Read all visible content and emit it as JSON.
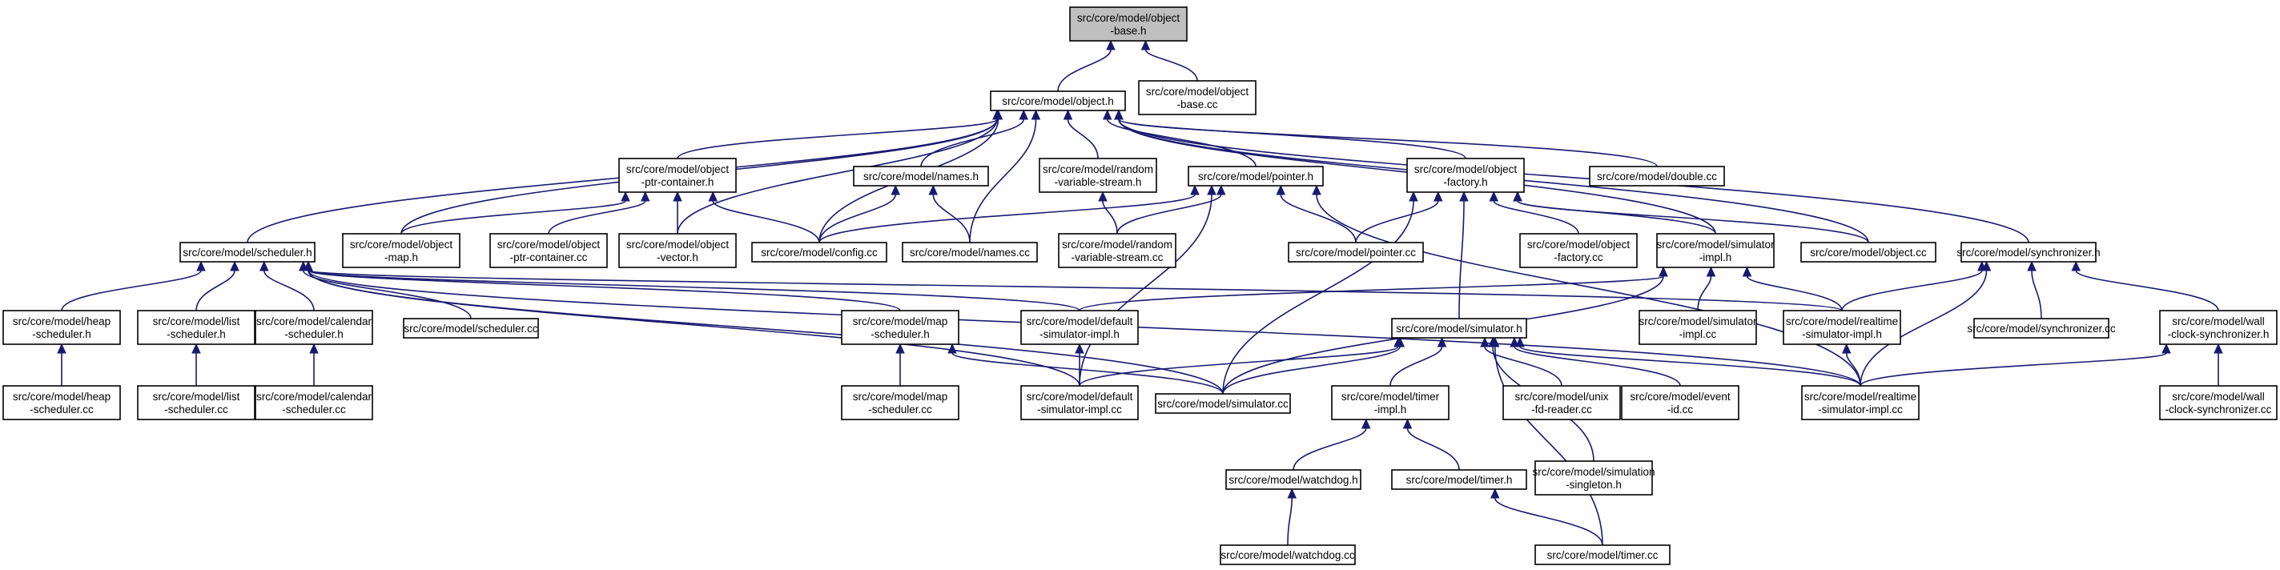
{
  "graph": {
    "edge_color": "#191970",
    "node_fill": "#ffffff",
    "root_fill": "#bfbfbf",
    "nodes": [
      {
        "id": "base_h",
        "lines": [
          "src/core/model/object",
          "-base.h"
        ],
        "root": true
      },
      {
        "id": "base_cc",
        "lines": [
          "src/core/model/object",
          "-base.cc"
        ]
      },
      {
        "id": "object_h",
        "lines": [
          "src/core/model/object.h"
        ]
      },
      {
        "id": "ptrc_h",
        "lines": [
          "src/core/model/object",
          "-ptr-container.h"
        ]
      },
      {
        "id": "names_h",
        "lines": [
          "src/core/model/names.h"
        ]
      },
      {
        "id": "rvs_h",
        "lines": [
          "src/core/model/random",
          "-variable-stream.h"
        ]
      },
      {
        "id": "pointer_h",
        "lines": [
          "src/core/model/pointer.h"
        ]
      },
      {
        "id": "factory_h",
        "lines": [
          "src/core/model/object",
          "-factory.h"
        ]
      },
      {
        "id": "double_cc",
        "lines": [
          "src/core/model/double.cc"
        ]
      },
      {
        "id": "scheduler_h",
        "lines": [
          "src/core/model/scheduler.h"
        ]
      },
      {
        "id": "map_h",
        "lines": [
          "src/core/model/object",
          "-map.h"
        ]
      },
      {
        "id": "ptrc_cc",
        "lines": [
          "src/core/model/object",
          "-ptr-container.cc"
        ]
      },
      {
        "id": "vector_h",
        "lines": [
          "src/core/model/object",
          "-vector.h"
        ]
      },
      {
        "id": "config_cc",
        "lines": [
          "src/core/model/config.cc"
        ]
      },
      {
        "id": "names_cc",
        "lines": [
          "src/core/model/names.cc"
        ]
      },
      {
        "id": "rvs_cc",
        "lines": [
          "src/core/model/random",
          "-variable-stream.cc"
        ]
      },
      {
        "id": "pointer_cc",
        "lines": [
          "src/core/model/pointer.cc"
        ]
      },
      {
        "id": "factory_cc",
        "lines": [
          "src/core/model/object",
          "-factory.cc"
        ]
      },
      {
        "id": "simimpl_h",
        "lines": [
          "src/core/model/simulator",
          "-impl.h"
        ]
      },
      {
        "id": "object_cc",
        "lines": [
          "src/core/model/object.cc"
        ]
      },
      {
        "id": "sync_h",
        "lines": [
          "src/core/model/synchronizer.h"
        ]
      },
      {
        "id": "heap_h",
        "lines": [
          "src/core/model/heap",
          "-scheduler.h"
        ]
      },
      {
        "id": "list_h",
        "lines": [
          "src/core/model/list",
          "-scheduler.h"
        ]
      },
      {
        "id": "cal_h",
        "lines": [
          "src/core/model/calendar",
          "-scheduler.h"
        ]
      },
      {
        "id": "sched_cc",
        "lines": [
          "src/core/model/scheduler.cc"
        ]
      },
      {
        "id": "mapsched_h",
        "lines": [
          "src/core/model/map",
          "-scheduler.h"
        ]
      },
      {
        "id": "defsim_h",
        "lines": [
          "src/core/model/default",
          "-simulator-impl.h"
        ]
      },
      {
        "id": "simulator_h",
        "lines": [
          "src/core/model/simulator.h"
        ]
      },
      {
        "id": "simimpl_cc",
        "lines": [
          "src/core/model/simulator",
          "-impl.cc"
        ]
      },
      {
        "id": "rtsim_h",
        "lines": [
          "src/core/model/realtime",
          "-simulator-impl.h"
        ]
      },
      {
        "id": "sync_cc",
        "lines": [
          "src/core/model/synchronizer.cc"
        ]
      },
      {
        "id": "wallsync_h",
        "lines": [
          "src/core/model/wall",
          "-clock-synchronizer.h"
        ]
      },
      {
        "id": "heap_cc",
        "lines": [
          "src/core/model/heap",
          "-scheduler.cc"
        ]
      },
      {
        "id": "list_cc",
        "lines": [
          "src/core/model/list",
          "-scheduler.cc"
        ]
      },
      {
        "id": "cal_cc",
        "lines": [
          "src/core/model/calendar",
          "-scheduler.cc"
        ]
      },
      {
        "id": "mapsched_cc",
        "lines": [
          "src/core/model/map",
          "-scheduler.cc"
        ]
      },
      {
        "id": "defsim_cc",
        "lines": [
          "src/core/model/default",
          "-simulator-impl.cc"
        ]
      },
      {
        "id": "simulator_cc",
        "lines": [
          "src/core/model/simulator.cc"
        ]
      },
      {
        "id": "timerimpl_h",
        "lines": [
          "src/core/model/timer",
          "-impl.h"
        ]
      },
      {
        "id": "unixfd_cc",
        "lines": [
          "src/core/model/unix",
          "-fd-reader.cc"
        ]
      },
      {
        "id": "eventid_cc",
        "lines": [
          "src/core/model/event",
          "-id.cc"
        ]
      },
      {
        "id": "rtsim_cc",
        "lines": [
          "src/core/model/realtime",
          "-simulator-impl.cc"
        ]
      },
      {
        "id": "wallsync_cc",
        "lines": [
          "src/core/model/wall",
          "-clock-synchronizer.cc"
        ]
      },
      {
        "id": "watchdog_h",
        "lines": [
          "src/core/model/watchdog.h"
        ]
      },
      {
        "id": "timer_h",
        "lines": [
          "src/core/model/timer.h"
        ]
      },
      {
        "id": "simsingleton_h",
        "lines": [
          "src/core/model/simulation",
          "-singleton.h"
        ]
      },
      {
        "id": "watchdog_cc",
        "lines": [
          "src/core/model/watchdog.cc"
        ]
      },
      {
        "id": "timer_cc",
        "lines": [
          "src/core/model/timer.cc"
        ]
      }
    ],
    "edges": [
      [
        "base_cc",
        "base_h"
      ],
      [
        "object_h",
        "base_h"
      ],
      [
        "ptrc_h",
        "object_h"
      ],
      [
        "names_h",
        "object_h"
      ],
      [
        "rvs_h",
        "object_h"
      ],
      [
        "pointer_h",
        "object_h"
      ],
      [
        "factory_h",
        "object_h"
      ],
      [
        "double_cc",
        "object_h"
      ],
      [
        "scheduler_h",
        "object_h"
      ],
      [
        "map_h",
        "object_h"
      ],
      [
        "vector_h",
        "object_h"
      ],
      [
        "config_cc",
        "object_h"
      ],
      [
        "names_cc",
        "object_h"
      ],
      [
        "simimpl_h",
        "object_h"
      ],
      [
        "object_cc",
        "object_h"
      ],
      [
        "sync_h",
        "object_h"
      ],
      [
        "map_h",
        "ptrc_h"
      ],
      [
        "ptrc_cc",
        "ptrc_h"
      ],
      [
        "vector_h",
        "ptrc_h"
      ],
      [
        "config_cc",
        "ptrc_h"
      ],
      [
        "config_cc",
        "names_h"
      ],
      [
        "names_cc",
        "names_h"
      ],
      [
        "rvs_cc",
        "rvs_h"
      ],
      [
        "config_cc",
        "pointer_h"
      ],
      [
        "pointer_cc",
        "pointer_h"
      ],
      [
        "rvs_cc",
        "pointer_h"
      ],
      [
        "defsim_cc",
        "pointer_h"
      ],
      [
        "rtsim_cc",
        "pointer_h"
      ],
      [
        "pointer_cc",
        "factory_h"
      ],
      [
        "factory_cc",
        "factory_h"
      ],
      [
        "simimpl_h",
        "factory_h"
      ],
      [
        "object_cc",
        "factory_h"
      ],
      [
        "simulator_h",
        "factory_h"
      ],
      [
        "simulator_cc",
        "factory_h"
      ],
      [
        "heap_h",
        "scheduler_h"
      ],
      [
        "list_h",
        "scheduler_h"
      ],
      [
        "cal_h",
        "scheduler_h"
      ],
      [
        "sched_cc",
        "scheduler_h"
      ],
      [
        "mapsched_h",
        "scheduler_h"
      ],
      [
        "defsim_h",
        "scheduler_h"
      ],
      [
        "defsim_cc",
        "scheduler_h"
      ],
      [
        "simulator_cc",
        "scheduler_h"
      ],
      [
        "rtsim_h",
        "scheduler_h"
      ],
      [
        "rtsim_cc",
        "scheduler_h"
      ],
      [
        "heap_cc",
        "heap_h"
      ],
      [
        "list_cc",
        "list_h"
      ],
      [
        "cal_cc",
        "cal_h"
      ],
      [
        "mapsched_cc",
        "mapsched_h"
      ],
      [
        "simulator_cc",
        "mapsched_h"
      ],
      [
        "defsim_cc",
        "defsim_h"
      ],
      [
        "defsim_h",
        "simimpl_h"
      ],
      [
        "simimpl_cc",
        "simimpl_h"
      ],
      [
        "rtsim_h",
        "simimpl_h"
      ],
      [
        "simulator_cc",
        "simimpl_h"
      ],
      [
        "rtsim_h",
        "sync_h"
      ],
      [
        "sync_cc",
        "sync_h"
      ],
      [
        "wallsync_h",
        "sync_h"
      ],
      [
        "rtsim_cc",
        "sync_h"
      ],
      [
        "rtsim_cc",
        "rtsim_h"
      ],
      [
        "wallsync_cc",
        "wallsync_h"
      ],
      [
        "rtsim_cc",
        "wallsync_h"
      ],
      [
        "defsim_cc",
        "simulator_h"
      ],
      [
        "simulator_cc",
        "simulator_h"
      ],
      [
        "timerimpl_h",
        "simulator_h"
      ],
      [
        "unixfd_cc",
        "simulator_h"
      ],
      [
        "eventid_cc",
        "simulator_h"
      ],
      [
        "rtsim_cc",
        "simulator_h"
      ],
      [
        "simsingleton_h",
        "simulator_h"
      ],
      [
        "timer_cc",
        "simulator_h"
      ],
      [
        "watchdog_h",
        "timerimpl_h"
      ],
      [
        "timer_h",
        "timerimpl_h"
      ],
      [
        "watchdog_cc",
        "watchdog_h"
      ],
      [
        "timer_cc",
        "timer_h"
      ]
    ]
  }
}
